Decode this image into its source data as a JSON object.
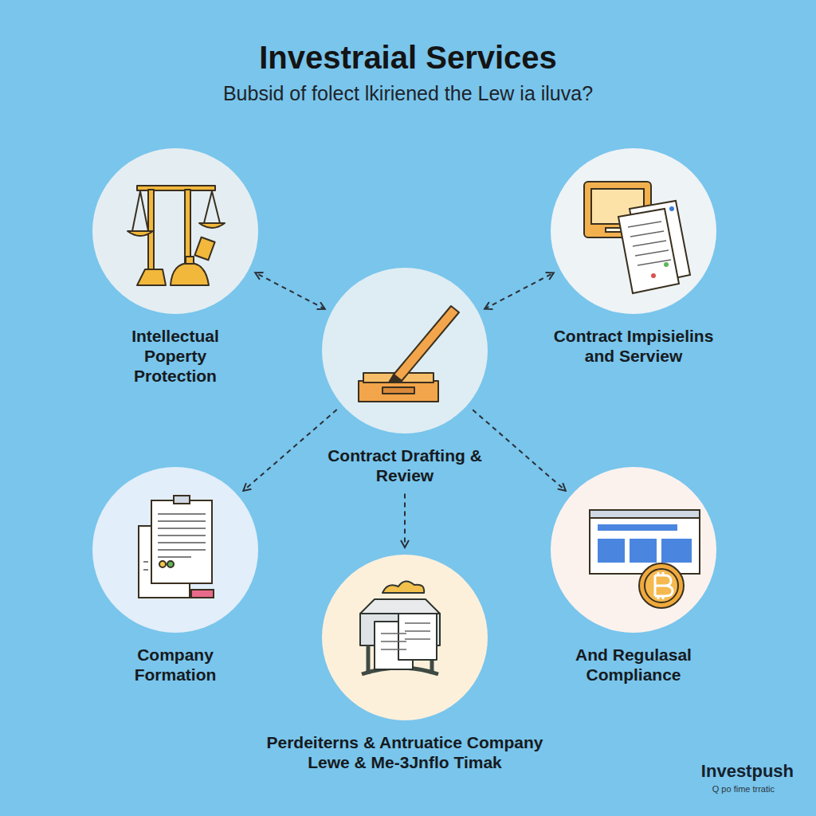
{
  "diagram": {
    "title": "Investraial Services",
    "nodes": [
      {
        "text": [
          "Intellectual Poperty Protection"
        ]
      },
      {
        "text": [
          "Contract Impisielins and Serview"
        ]
      },
      {
        "text": [
          "Contract Drafting & Review"
        ]
      },
      {
        "text": [
          "Company Formation"
        ]
      },
      {
        "text": [
          "And Regulasal Compliance"
        ]
      },
      {
        "text": [
          "Perdeiterns & Antruatice Company Lewe & Me-3Jnflo Timak"
        ]
      }
    ],
    "edges": [
      {
        "from": 2,
        "to": 0,
        "arrow": "both"
      },
      {
        "from": 2,
        "to": 1,
        "arrow": "both"
      },
      {
        "from": 2,
        "to": 3,
        "arrow": "to"
      },
      {
        "from": 2,
        "to": 4,
        "arrow": "to"
      },
      {
        "from": 2,
        "to": 5,
        "arrow": "to"
      }
    ],
    "labels": [
      "Bubsid of folect lkiriened the Lew ia iluva?",
      "Investpush",
      "Q po fime trratic"
    ]
  }
}
